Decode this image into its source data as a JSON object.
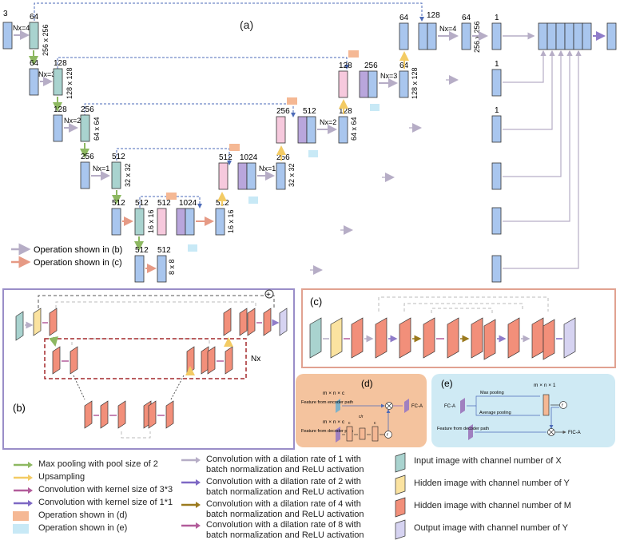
{
  "panels": {
    "a": "(a)",
    "b": "(b)",
    "c": "(c)",
    "d": "(d)",
    "e": "(e)"
  },
  "encoder": {
    "input_channels": "3",
    "l1_channels": "64",
    "l1_size": "256 x 256",
    "l1_repeat": "Nx=4",
    "l2_channels_a": "64",
    "l2_channels_b": "128",
    "l2_size": "128 x 128",
    "l2_repeat": "Nx=3",
    "l3_channels_a": "128",
    "l3_channels_b": "256",
    "l3_size": "64 x 64",
    "l3_repeat": "Nx=2",
    "l4_channels_a": "256",
    "l4_channels_b": "512",
    "l4_size": "32 x 32",
    "l4_repeat": "Nx=1",
    "l5_channels_a": "512",
    "l5_channels_b": "512",
    "l5_channels_c": "512",
    "l5_channels_d": "1024",
    "l5_size": "16 x 16",
    "l6_channels_a": "512",
    "l6_channels_b": "512",
    "l6_size": "8 x 8"
  },
  "decoder": {
    "d5_channels": "512",
    "d5_size": "16 x 16",
    "d4_channels_a": "512",
    "d4_channels_b": "1024",
    "d4_out": "256",
    "d4_size": "32 x 32",
    "d4_repeat": "Nx=1",
    "d3_channels_a": "256",
    "d3_channels_b": "512",
    "d3_out": "128",
    "d3_size": "64 x 64",
    "d3_repeat": "Nx=2",
    "d2_channels_a": "128",
    "d2_channels_b": "256",
    "d2_out": "64",
    "d2_size": "128 x 128",
    "d2_repeat": "Nx=3",
    "d1_channels_a": "64",
    "d1_channels_b": "128",
    "d1_repeat": "Nx=4",
    "d1_out": "64",
    "d1_size": "256 x 256",
    "side_channels": "1"
  },
  "panel_b": {
    "nx": "Nx"
  },
  "panel_d": {
    "dims_top": "m × n × c",
    "dims_bottom": "m × n × c",
    "c_label": "c",
    "c_over_r": "c/r",
    "feat_enc": "Feature from encoder path",
    "feat_dec": "Feature from decoder path",
    "out": "FC-A"
  },
  "panel_e": {
    "fca_in": "FC-A",
    "max_pool": "Max pooling",
    "avg_pool": "Average pooling",
    "dims": "m × n × 1",
    "feat_dec": "Feature from decoder path",
    "out": "FIC-A"
  },
  "op_legend": {
    "b": "Operation shown in (b)",
    "c": "Operation shown in (c)"
  },
  "legend": {
    "maxpool": "Max pooling with pool size of 2",
    "upsample": "Upsampling",
    "conv33": "Convolution with kernel size of 3*3",
    "conv11": "Convolution with kernel size of 1*1",
    "op_d": "Operation shown in (d)",
    "op_e": "Operation shown in (e)",
    "dil1_a": "Convolution with a dilation rate of 1 with",
    "dil1_b": "batch normalization and ReLU activation",
    "dil2_a": "Convolution with a dilation rate of 2 with",
    "dil2_b": "batch normalization and ReLU activation",
    "dil4_a": "Convolution with a dilation rate of 4 with",
    "dil4_b": "batch normalization and ReLU activation",
    "dil8_a": "Convolution with a dilation rate of 8 with",
    "dil8_b": "batch normalization and ReLU activation",
    "box_x": "Input image with channel number of X",
    "box_y_hidden": "Hidden image with channel number of Y",
    "box_m": "Hidden image with channel number of M",
    "box_y_out": "Output image with channel number of Y"
  },
  "colors": {
    "blue": "#a9c6ee",
    "teal": "#a9d3cf",
    "pink": "#f6c9dd",
    "purple": "#b9a6dc",
    "salmon": "#f28f7a",
    "yellow": "#fbe3a0",
    "lavender": "#d6d3f1",
    "orange_op": "#f5b894",
    "lightblue_op": "#c8e9f6",
    "green": "#8db861",
    "gold": "#f3cb64",
    "gray_arrow": "#b6adc6",
    "purple_arrow": "#7e68c4",
    "olive_arrow": "#9b7a1e",
    "magenta_arrow": "#b25c9a",
    "dash_blue": "#4d6bb8",
    "frame_b": "#9a8ec8",
    "frame_c": "#e1a291",
    "bg_d": "#f4c39e",
    "bg_e": "#cfeaf4"
  }
}
